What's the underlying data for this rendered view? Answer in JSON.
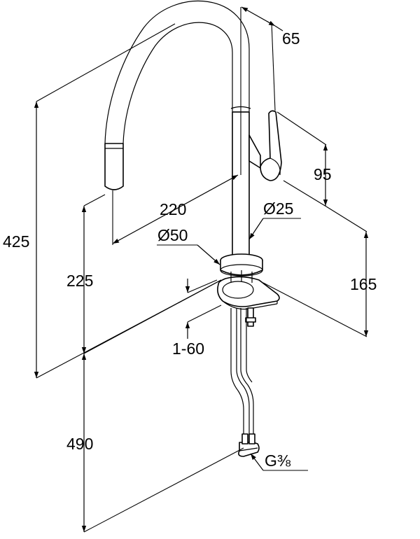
{
  "dimensions": {
    "width_65": "65",
    "height_95": "95",
    "reach_220": "220",
    "spout_dia": "Ø25",
    "base_dia": "Ø50",
    "total_height_425": "425",
    "spout_height_225": "225",
    "handle_height_165": "165",
    "deck_thickness": "1-60",
    "hose_length_490": "490",
    "thread": "G⅜"
  }
}
